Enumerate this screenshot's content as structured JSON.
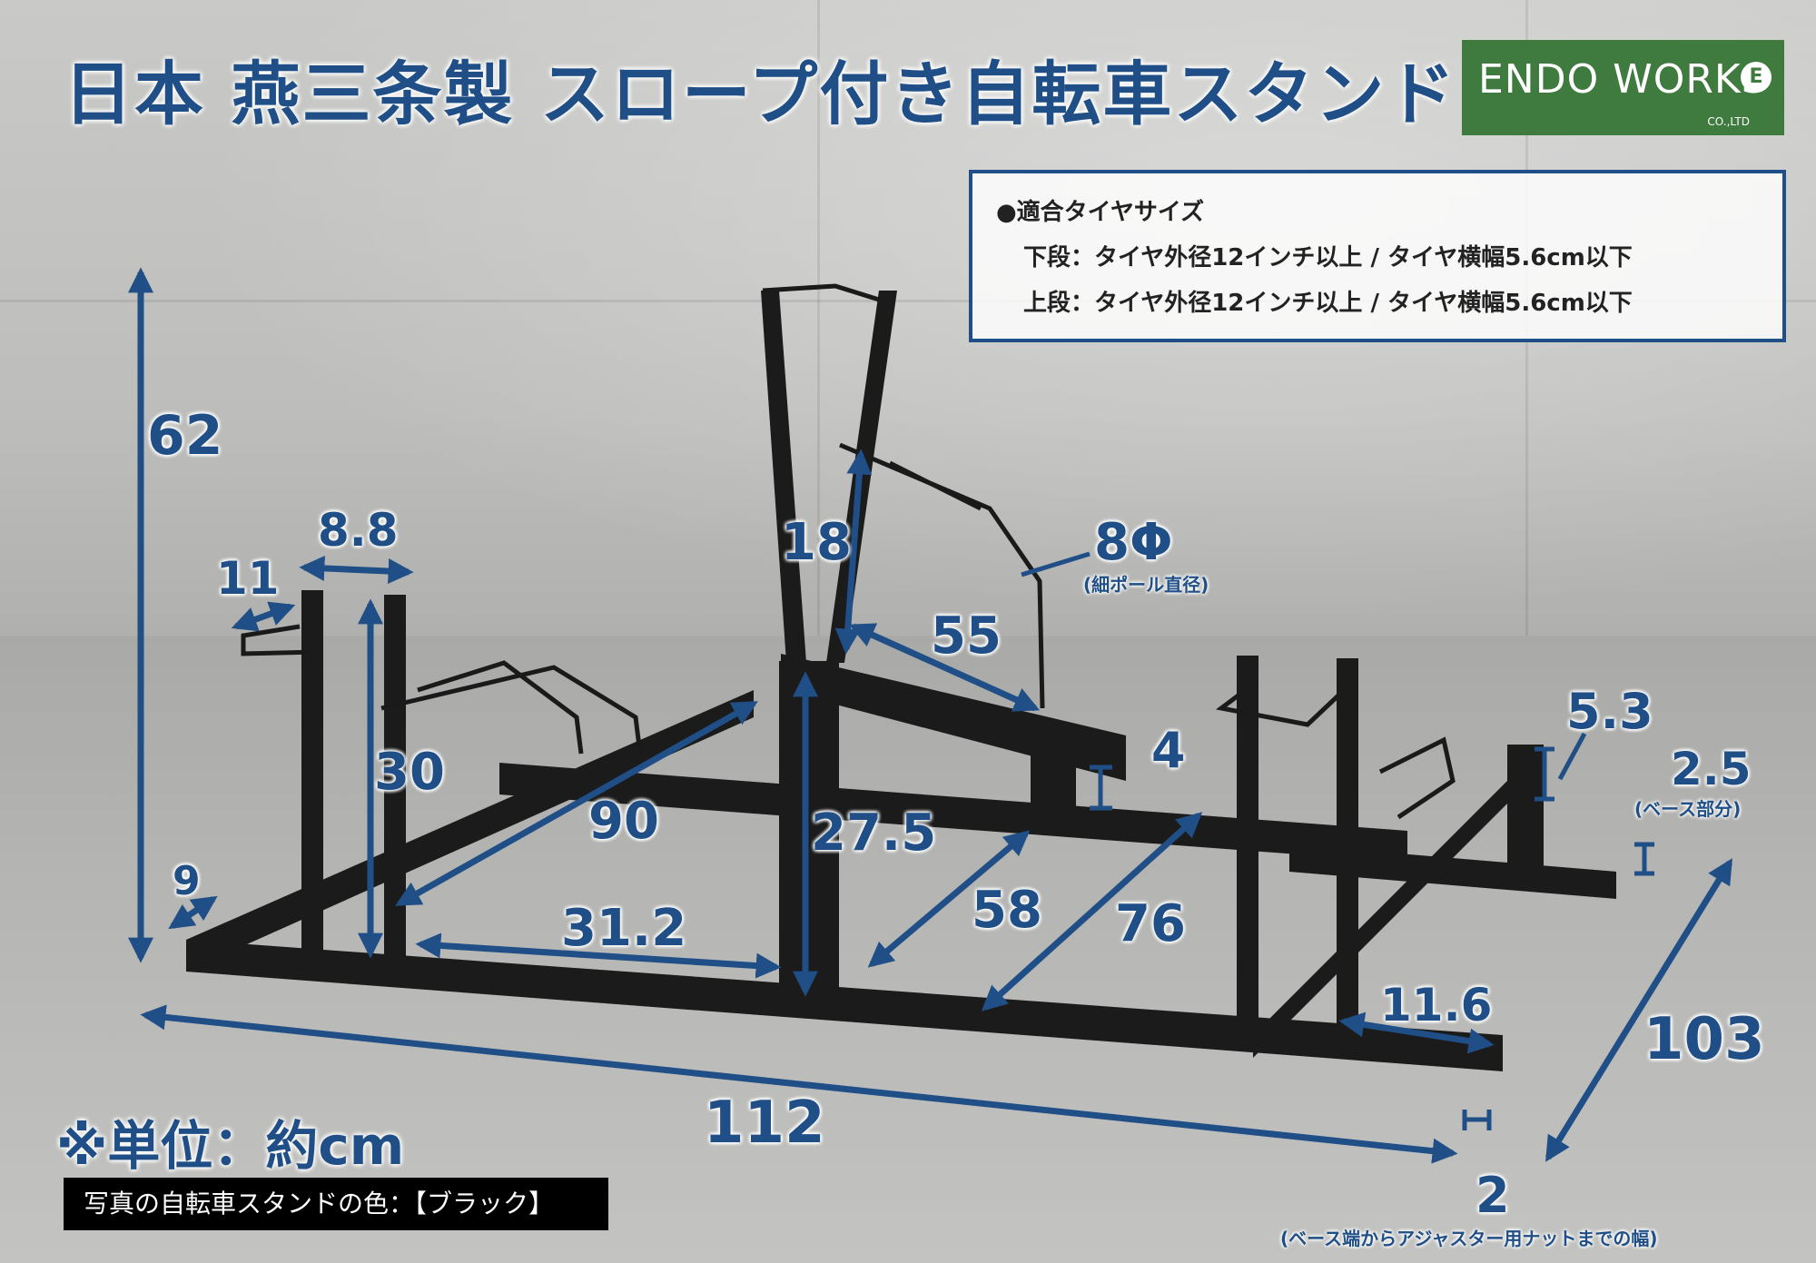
{
  "title": "日本 燕三条製 スロープ付き自転車スタンド",
  "logo": {
    "name": "ENDO WORKS",
    "emblem": "E",
    "sub": "CO.,LTD"
  },
  "spec": {
    "heading": "●適合タイヤサイズ",
    "lower": "下段：タイヤ外径12インチ以上 / タイヤ横幅5.6cm以下",
    "upper": "上段：タイヤ外径12インチ以上 / タイヤ横幅5.6cm以下"
  },
  "dimensions": {
    "height_total": "62",
    "d_8_8": "8.8",
    "d_11": "11",
    "d_30": "30",
    "d_9": "9",
    "d_18": "18",
    "d_8phi": "8Φ",
    "d_8phi_note": "(細ポール直径)",
    "d_55": "55",
    "d_90": "90",
    "d_27_5": "27.5",
    "d_4": "4",
    "d_5_3": "5.3",
    "d_2_5": "2.5",
    "d_2_5_note": "(ベース部分)",
    "d_58": "58",
    "d_76": "76",
    "d_31_2": "31.2",
    "d_11_6": "11.6",
    "d_103": "103",
    "d_112": "112",
    "d_2": "2",
    "d_2_note": "(ベース端からアジャスター用ナットまでの幅)"
  },
  "unit_note": "※単位：約cm",
  "color_note": "写真の自転車スタンドの色：【ブラック】",
  "colors": {
    "accent": "#1f4f86",
    "logo_bg": "#3f7a3e",
    "frame": "#1b1b1b"
  }
}
